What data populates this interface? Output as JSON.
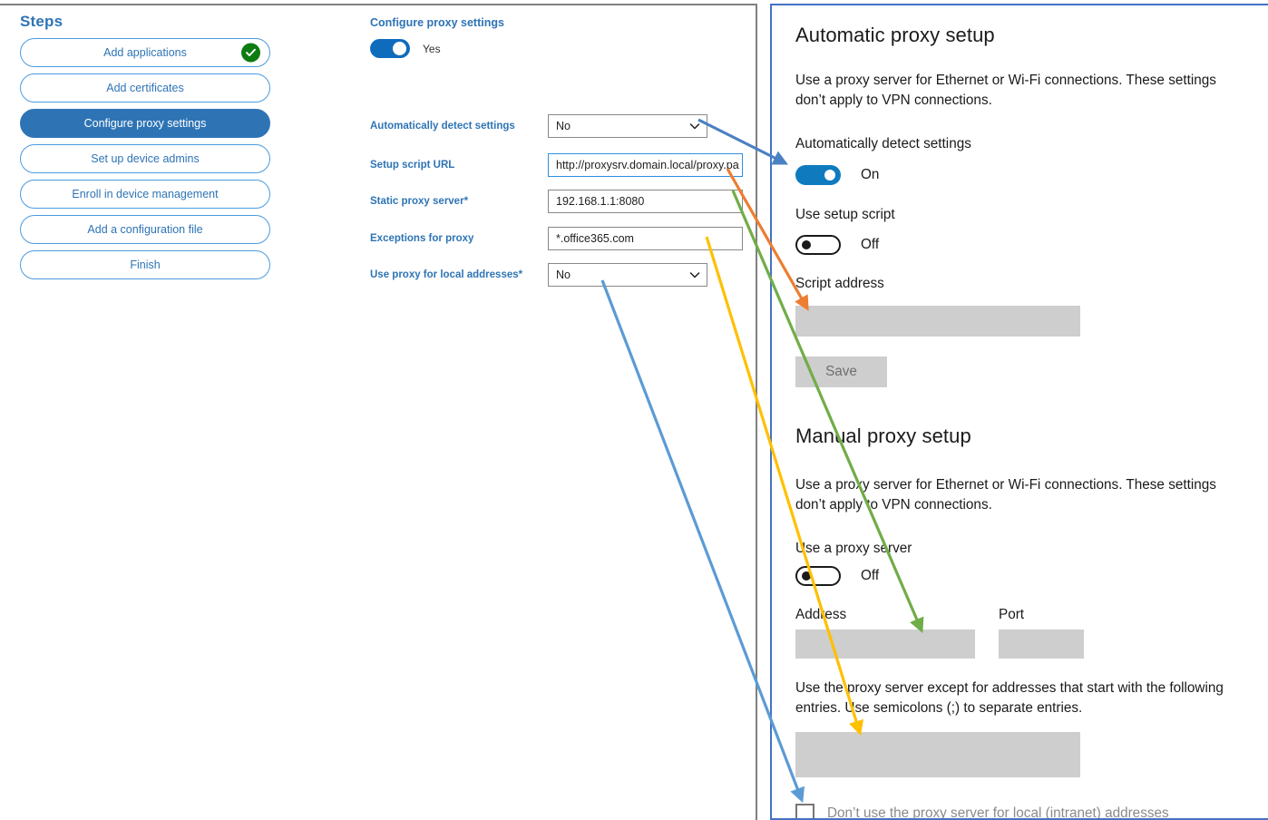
{
  "steps_panel": {
    "title": "Steps",
    "items": [
      {
        "label": "Add applications",
        "state": "completed",
        "icon": "check-circle-icon"
      },
      {
        "label": "Add certificates",
        "state": "default"
      },
      {
        "label": "Configure proxy settings",
        "state": "active"
      },
      {
        "label": "Set up device admins",
        "state": "default"
      },
      {
        "label": "Enroll in device management",
        "state": "default"
      },
      {
        "label": "Add a configuration file",
        "state": "default"
      },
      {
        "label": "Finish",
        "state": "default"
      }
    ]
  },
  "form": {
    "heading": "Configure proxy settings",
    "master_toggle": {
      "label": "Yes",
      "state": "on"
    },
    "fields": [
      {
        "label": "Automatically detect settings",
        "required": false,
        "type": "select",
        "value": "No",
        "icon": "chevron-down-icon",
        "focused": false
      },
      {
        "label": "Setup script URL",
        "required": false,
        "type": "text",
        "value": "http://proxysrv.domain.local/proxy.pa",
        "focused": true
      },
      {
        "label": "Static proxy server",
        "required": true,
        "type": "text",
        "value": "192.168.1.1:8080",
        "focused": false
      },
      {
        "label": "Exceptions for proxy",
        "required": false,
        "type": "text",
        "value": "*.office365.com",
        "focused": false
      },
      {
        "label": "Use proxy for local addresses",
        "required": true,
        "type": "select",
        "value": "No",
        "icon": "chevron-down-icon",
        "focused": false
      }
    ]
  },
  "windows_settings": {
    "automatic": {
      "heading": "Automatic proxy setup",
      "description": "Use a proxy server for Ethernet or Wi-Fi connections. These settings don’t apply to VPN connections.",
      "auto_detect": {
        "label": "Automatically detect settings",
        "state": "On"
      },
      "setup_script": {
        "label": "Use setup script",
        "state": "Off"
      },
      "script_address": {
        "label": "Script address",
        "value": ""
      },
      "save_label": "Save"
    },
    "manual": {
      "heading": "Manual proxy setup",
      "description": "Use a proxy server for Ethernet or Wi-Fi connections. These settings don’t apply to VPN connections.",
      "use_proxy": {
        "label": "Use a proxy server",
        "state": "Off"
      },
      "address": {
        "label": "Address",
        "value": ""
      },
      "port": {
        "label": "Port",
        "value": ""
      },
      "exceptions_description": "Use the proxy server except for addresses that start with the following entries. Use semicolons (;) to separate entries.",
      "exceptions": {
        "value": ""
      },
      "bypass_local": {
        "label": "Don’t use the proxy server for local (intranet) addresses",
        "checked": false
      }
    }
  },
  "annotations": {
    "arrows": [
      {
        "name": "arrow-auto-detect",
        "color": "#4A90D2",
        "from_field": "Automatically detect settings",
        "to_target": "Automatically detect settings toggle"
      },
      {
        "name": "arrow-setup-script",
        "color": "#ED7D31",
        "from_field": "Setup script URL",
        "to_target": "Script address"
      },
      {
        "name": "arrow-static-proxy",
        "color": "#70AD47",
        "from_field": "Static proxy server",
        "to_target": "Address"
      },
      {
        "name": "arrow-exceptions",
        "color": "#FFC000",
        "from_field": "Exceptions for proxy",
        "to_target": "Exceptions box"
      },
      {
        "name": "arrow-local-addresses",
        "color": "#5B9BD5",
        "from_field": "Use proxy for local addresses",
        "to_target": "Don’t use the proxy server for local (intranet) addresses"
      }
    ]
  },
  "colors": {
    "accent_blue": "#2E74B5",
    "toggle_on": "#0F6CBD",
    "check_green": "#0E7C11",
    "win_toggle_on": "#0F7BBE",
    "card_border": "#4472C4",
    "grey_input": "#cecece"
  }
}
